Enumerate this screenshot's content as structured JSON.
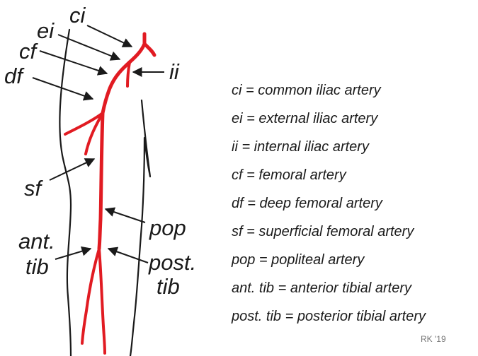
{
  "colors": {
    "artery": "#e11b22",
    "ink": "#1a1a1a",
    "credit": "#777777"
  },
  "labels": {
    "ci": "ci",
    "ei": "ei",
    "cf": "cf",
    "df": "df",
    "ii": "ii",
    "sf": "sf",
    "pop": "pop",
    "post_line1": "post.",
    "post_line2": "tib",
    "ant_line1": "ant.",
    "ant_line2": "tib"
  },
  "legend": [
    "ci = common iliac artery",
    "ei = external iliac artery",
    "ii = internal iliac artery",
    "cf = femoral artery",
    "df = deep femoral artery",
    "sf = superficial femoral artery",
    "pop = popliteal artery",
    "ant. tib = anterior tibial artery",
    "post. tib = posterior tibial artery"
  ],
  "credit": "RK '19"
}
